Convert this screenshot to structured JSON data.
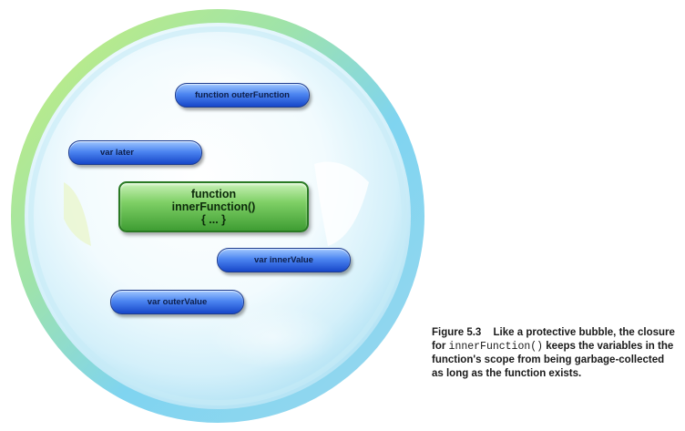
{
  "diagram": {
    "outer_function_label": "function outerFunction",
    "later_label": "var later",
    "inner_function": {
      "line1": "function",
      "line2": "innerFunction()",
      "line3": "{ ... }"
    },
    "inner_value_label": "var innerValue",
    "outer_value_label": "var outerValue"
  },
  "caption": {
    "figure_number": "Figure 5.3",
    "text_before_code": "Like a protective bubble, the closure for",
    "code": "innerFunction()",
    "text_after_code": "keeps the variables in the function's scope from being garbage-collected as long as the function exists."
  },
  "colors": {
    "bubble_rim_green": "#b9e86a",
    "bubble_rim_blue": "#7ad2f0",
    "bubble_fill": "#cdeef9",
    "pill_blue": "#4d86f1",
    "box_green": "#7fd066"
  }
}
